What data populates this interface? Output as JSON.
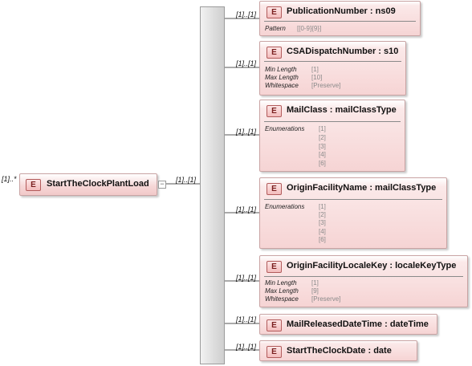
{
  "root": {
    "badge": "E",
    "name": "StartTheClockPlantLoad",
    "multiplicity": "[1]..*",
    "sequence_multiplicity": "[1]..[1]"
  },
  "children": [
    {
      "badge": "E",
      "name": "PublicationNumber",
      "type": "ns09",
      "multiplicity": "[1]..[1]",
      "facets": [
        {
          "label": "Pattern",
          "values": [
            "[[0-9]{9}]"
          ]
        }
      ]
    },
    {
      "badge": "E",
      "name": "CSADispatchNumber",
      "type": "s10",
      "multiplicity": "[1]..[1]",
      "facets": [
        {
          "label": "Min Length",
          "values": [
            "[1]"
          ]
        },
        {
          "label": "Max Length",
          "values": [
            "[10]"
          ]
        },
        {
          "label": "Whitespace",
          "values": [
            "[Preserve]"
          ]
        }
      ]
    },
    {
      "badge": "E",
      "name": "MailClass",
      "type": "mailClassType",
      "multiplicity": "[1]..[1]",
      "facets": [
        {
          "label": "Enumerations",
          "values": [
            "[1]",
            "[2]",
            "[3]",
            "[4]",
            "[6]"
          ]
        }
      ]
    },
    {
      "badge": "E",
      "name": "OriginFacilityName",
      "type": "mailClassType",
      "multiplicity": "[1]..[1]",
      "facets": [
        {
          "label": "Enumerations",
          "values": [
            "[1]",
            "[2]",
            "[3]",
            "[4]",
            "[6]"
          ]
        }
      ]
    },
    {
      "badge": "E",
      "name": "OriginFacilityLocaleKey",
      "type": "localeKeyType",
      "multiplicity": "[1]..[1]",
      "facets": [
        {
          "label": "Min Length",
          "values": [
            "[1]"
          ]
        },
        {
          "label": "Max Length",
          "values": [
            "[9]"
          ]
        },
        {
          "label": "Whitespace",
          "values": [
            "[Preserve]"
          ]
        }
      ]
    },
    {
      "badge": "E",
      "name": "MailReleasedDateTime",
      "type": "dateTime",
      "multiplicity": "[1]..[1]",
      "facets": []
    },
    {
      "badge": "E",
      "name": "StartTheClockDate",
      "type": "date",
      "multiplicity": "[1]..[1]",
      "facets": []
    }
  ],
  "colors": {
    "element_fill": "#f6d4d4",
    "element_border": "#c9a3a3",
    "badge_text": "#7a1f1f",
    "connector": "#555555"
  }
}
